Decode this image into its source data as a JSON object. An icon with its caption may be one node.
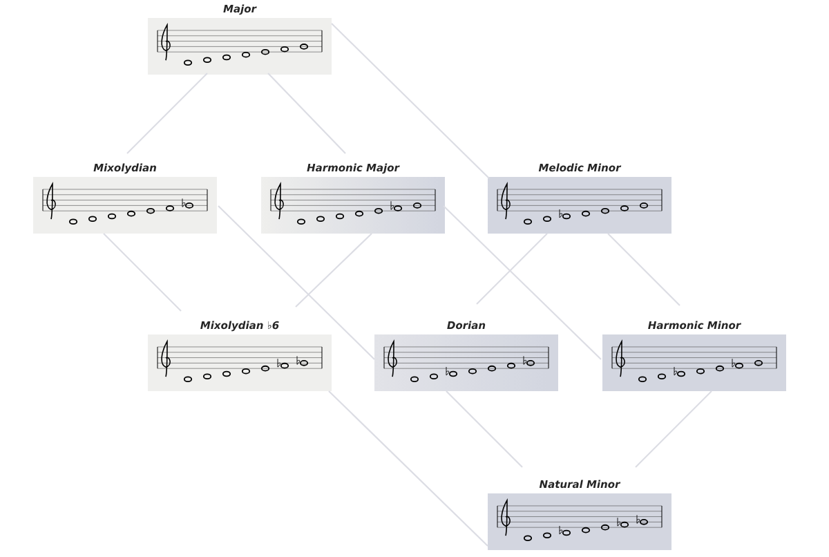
{
  "diagram": {
    "nodes": [
      {
        "text": [
          "Major"
        ]
      },
      {
        "text": [
          "Mixolydian"
        ]
      },
      {
        "text": [
          "Harmonic Major"
        ]
      },
      {
        "text": [
          "Melodic Minor"
        ]
      },
      {
        "text": [
          "Mixolydian ♭6"
        ]
      },
      {
        "text": [
          "Dorian"
        ]
      },
      {
        "text": [
          "Harmonic Minor"
        ]
      },
      {
        "text": [
          "Natural Minor"
        ]
      }
    ],
    "edges": [
      {
        "from": 0,
        "to": 1,
        "arrow": "none"
      },
      {
        "from": 0,
        "to": 2,
        "arrow": "none"
      },
      {
        "from": 0,
        "to": 3,
        "arrow": "none"
      },
      {
        "from": 1,
        "to": 4,
        "arrow": "none"
      },
      {
        "from": 1,
        "to": 5,
        "arrow": "none"
      },
      {
        "from": 2,
        "to": 4,
        "arrow": "none"
      },
      {
        "from": 2,
        "to": 6,
        "arrow": "none"
      },
      {
        "from": 3,
        "to": 5,
        "arrow": "none"
      },
      {
        "from": 3,
        "to": 6,
        "arrow": "none"
      },
      {
        "from": 4,
        "to": 7,
        "arrow": "none"
      },
      {
        "from": 5,
        "to": 7,
        "arrow": "none"
      },
      {
        "from": 6,
        "to": 7,
        "arrow": "none"
      }
    ]
  }
}
